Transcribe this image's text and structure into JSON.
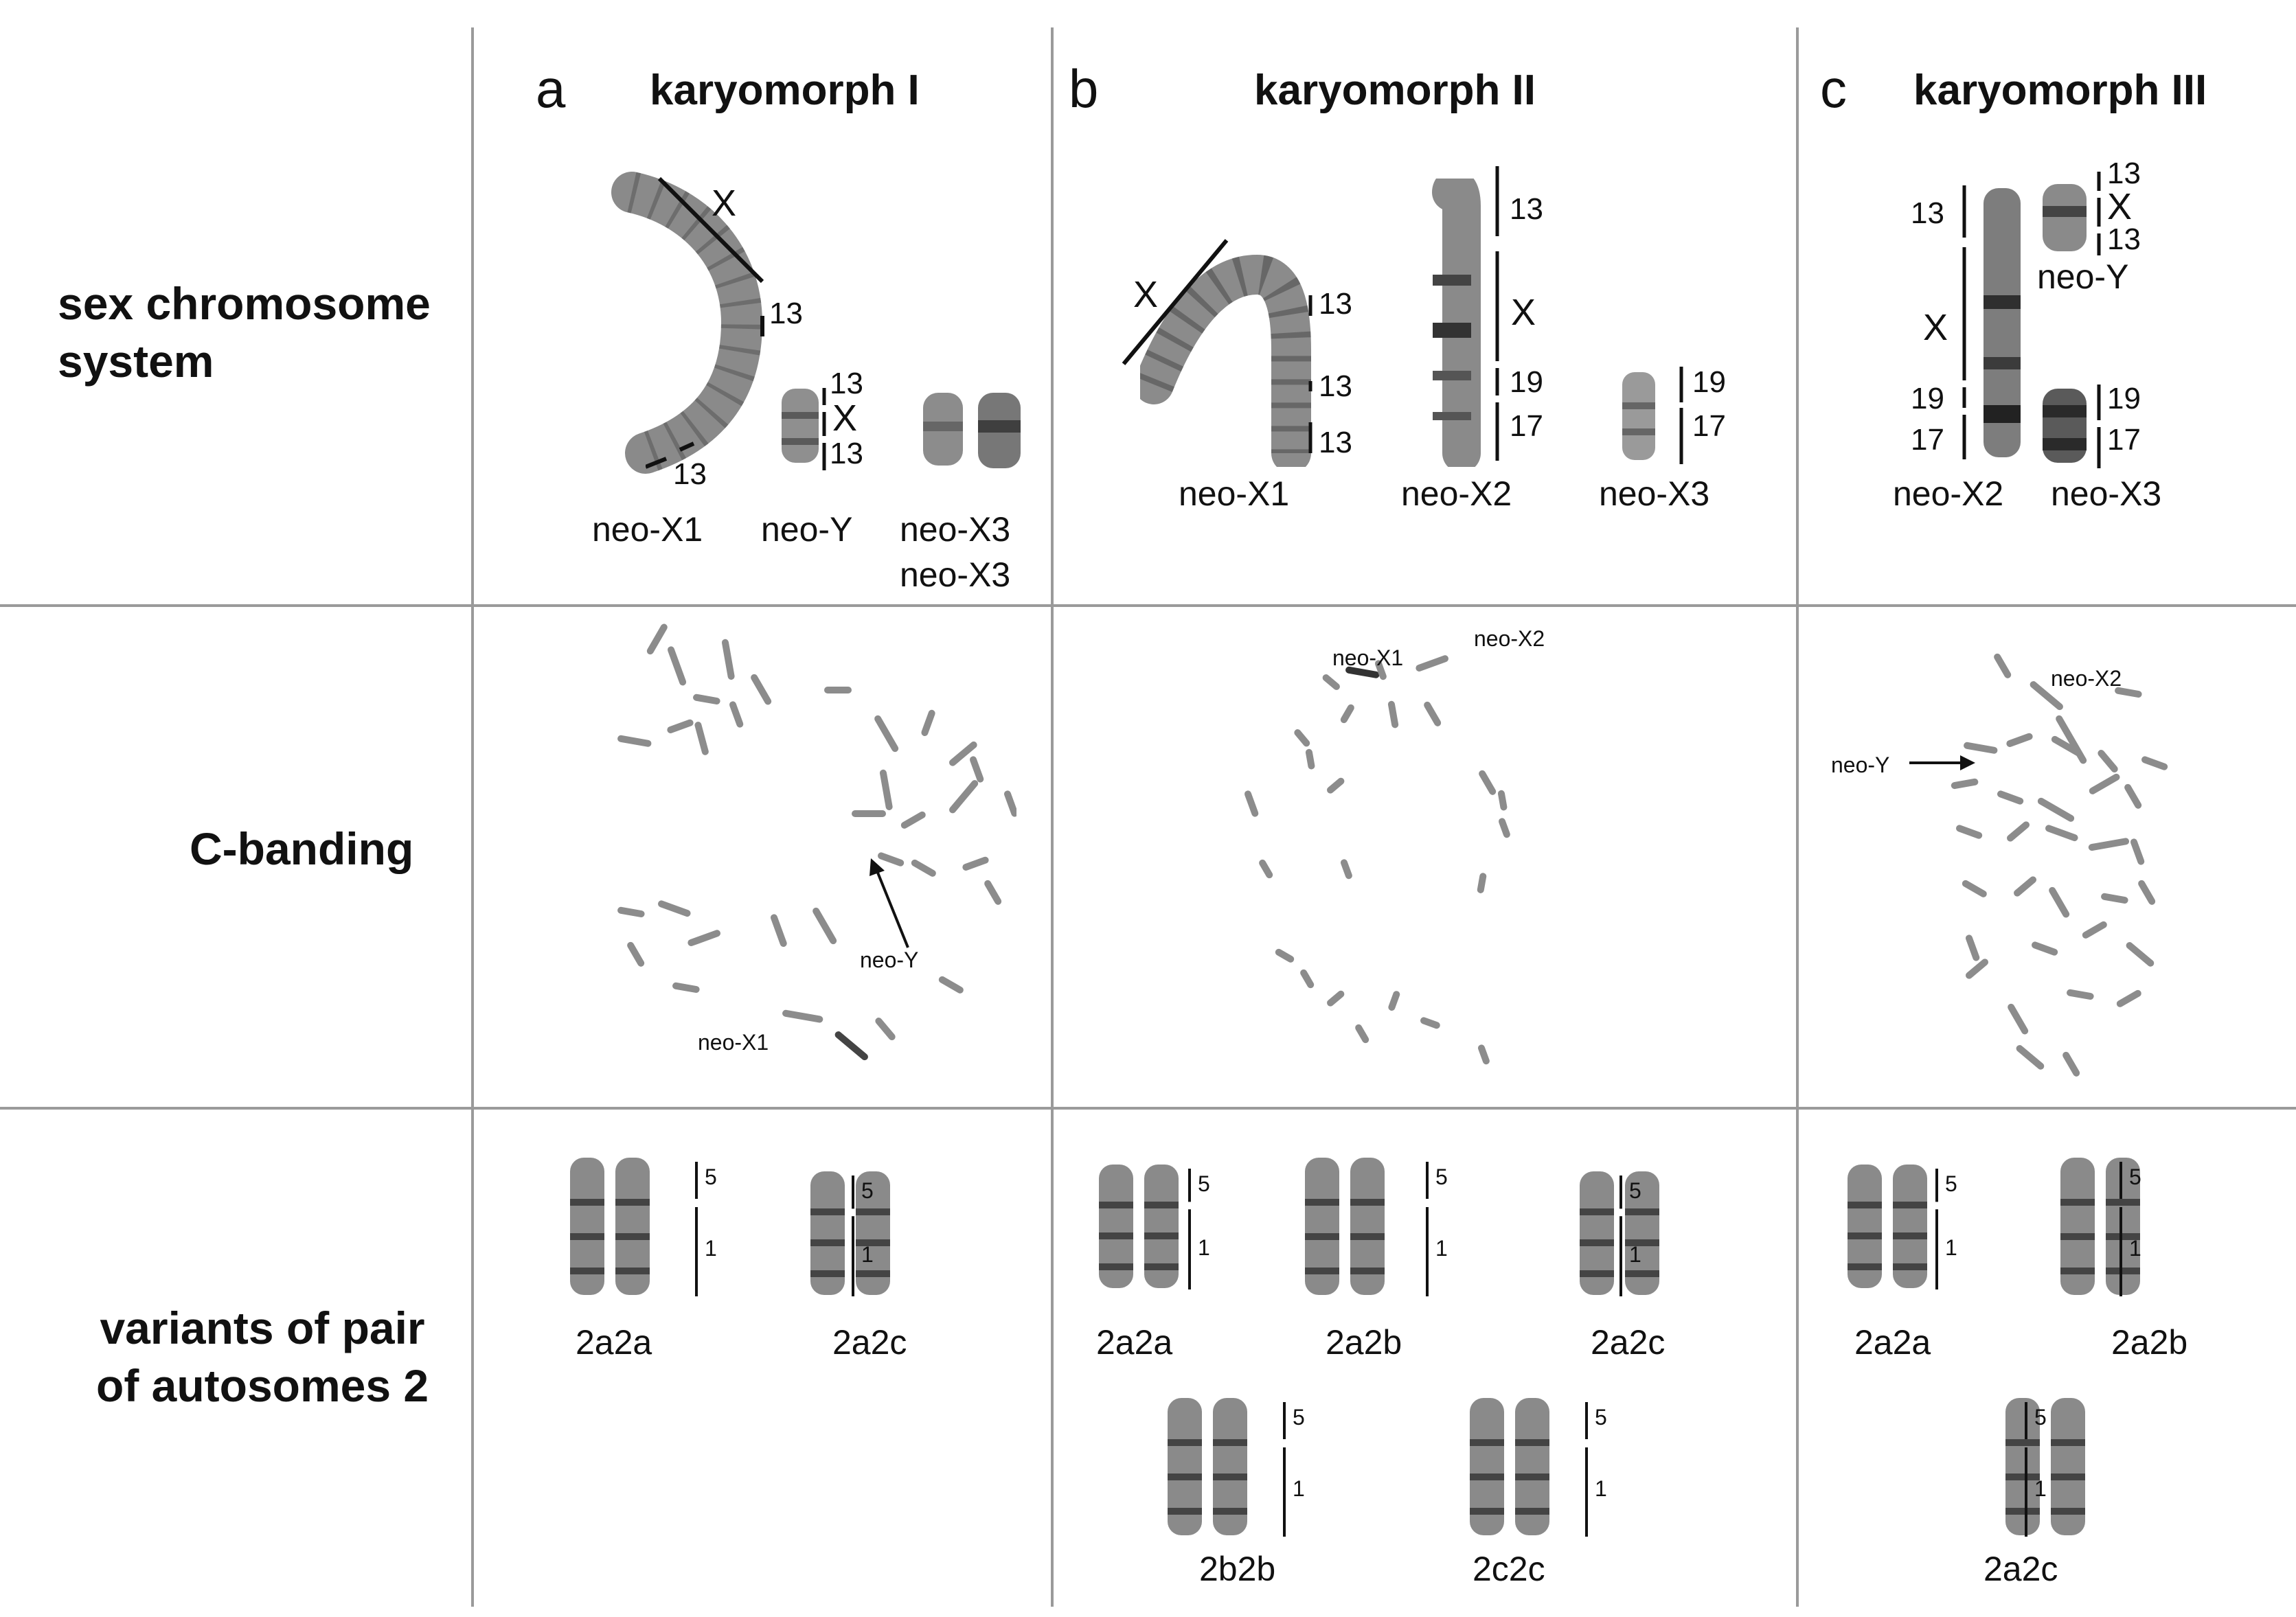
{
  "figure": {
    "rows": {
      "sex": "sex chromosome\nsystem",
      "cband": "C-banding",
      "variants": "variants of pair\nof autosomes 2"
    },
    "columns": [
      {
        "letter": "a",
        "title": "karyomorph I"
      },
      {
        "letter": "b",
        "title": "karyomorph II"
      },
      {
        "letter": "c",
        "title": "karyomorph III"
      }
    ]
  },
  "panel_a": {
    "segment_X": "X",
    "seg_13a": "13",
    "seg_13b": "13",
    "neoY_13a": "13",
    "neoY_X": "X",
    "neoY_13b": "13",
    "cap_neoX1": "neo-X1",
    "cap_neoY": "neo-Y",
    "cap_neoX3a": "neo-X3",
    "cap_neoX3b": "neo-X3",
    "cband_neoY": "neo-Y",
    "cband_neoX1": "neo-X1",
    "var_1": "2a2a",
    "var_2": "2a2c"
  },
  "panel_b": {
    "segment_X": "X",
    "x1_13a": "13",
    "x1_13b": "13",
    "x1_13c": "13",
    "x2_13": "13",
    "x2_X": "X",
    "x2_19": "19",
    "x2_17": "17",
    "x3_19": "19",
    "x3_17": "17",
    "cap_neoX1": "neo-X1",
    "cap_neoX2": "neo-X2",
    "cap_neoX3": "neo-X3",
    "cband_neoX1": "neo-X1",
    "cband_neoX2": "neo-X2",
    "var_1": "2a2a",
    "var_2": "2a2b",
    "var_3": "2a2c",
    "var_4": "2b2b",
    "var_5": "2c2c"
  },
  "panel_c": {
    "x2_13": "13",
    "x2_X": "X",
    "x2_19": "19",
    "x2_17": "17",
    "y_13a": "13",
    "y_X": "X",
    "y_13b": "13",
    "cap_neoY": "neo-Y",
    "x3_19": "19",
    "x3_17": "17",
    "cap_neoX2": "neo-X2",
    "cap_neoX3": "neo-X3",
    "cband_neoX2": "neo-X2",
    "cband_neoY": "neo-Y",
    "var_1": "2a2a",
    "var_2": "2a2b",
    "var_3": "2a2c"
  },
  "band_marks": {
    "five": "5",
    "one": "1"
  }
}
